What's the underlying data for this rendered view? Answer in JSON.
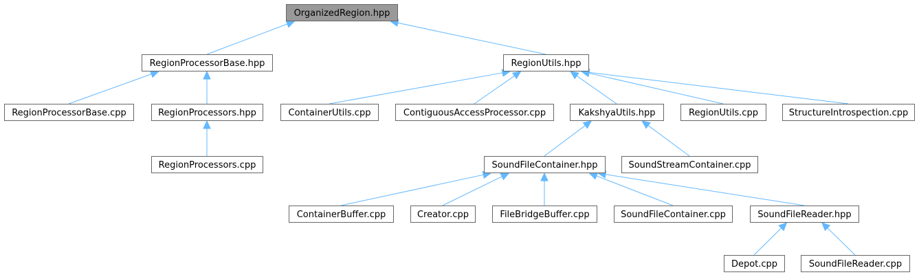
{
  "graph": {
    "nodes": [
      {
        "id": "n0",
        "label": "OrganizedRegion.hpp",
        "root": true
      },
      {
        "id": "n1",
        "label": "RegionProcessorBase.hpp"
      },
      {
        "id": "n2",
        "label": "RegionUtils.hpp"
      },
      {
        "id": "n3",
        "label": "RegionProcessorBase.cpp"
      },
      {
        "id": "n4",
        "label": "RegionProcessors.hpp"
      },
      {
        "id": "n5",
        "label": "RegionProcessors.cpp"
      },
      {
        "id": "n6",
        "label": "ContainerUtils.cpp"
      },
      {
        "id": "n7",
        "label": "ContiguousAccessProcessor.cpp"
      },
      {
        "id": "n8",
        "label": "KakshyaUtils.hpp"
      },
      {
        "id": "n9",
        "label": "RegionUtils.cpp"
      },
      {
        "id": "n10",
        "label": "StructureIntrospection.cpp"
      },
      {
        "id": "n11",
        "label": "SoundFileContainer.hpp"
      },
      {
        "id": "n12",
        "label": "SoundStreamContainer.cpp"
      },
      {
        "id": "n13",
        "label": "ContainerBuffer.cpp"
      },
      {
        "id": "n14",
        "label": "Creator.cpp"
      },
      {
        "id": "n15",
        "label": "FileBridgeBuffer.cpp"
      },
      {
        "id": "n16",
        "label": "SoundFileContainer.cpp"
      },
      {
        "id": "n17",
        "label": "SoundFileReader.hpp"
      },
      {
        "id": "n18",
        "label": "Depot.cpp"
      },
      {
        "id": "n19",
        "label": "SoundFileReader.cpp"
      }
    ],
    "edges": [
      {
        "from": "n1",
        "to": "n0"
      },
      {
        "from": "n2",
        "to": "n0"
      },
      {
        "from": "n3",
        "to": "n1"
      },
      {
        "from": "n4",
        "to": "n1"
      },
      {
        "from": "n5",
        "to": "n4"
      },
      {
        "from": "n6",
        "to": "n2"
      },
      {
        "from": "n7",
        "to": "n2"
      },
      {
        "from": "n8",
        "to": "n2"
      },
      {
        "from": "n9",
        "to": "n2"
      },
      {
        "from": "n10",
        "to": "n2"
      },
      {
        "from": "n11",
        "to": "n8"
      },
      {
        "from": "n12",
        "to": "n8"
      },
      {
        "from": "n13",
        "to": "n11"
      },
      {
        "from": "n14",
        "to": "n11"
      },
      {
        "from": "n15",
        "to": "n11"
      },
      {
        "from": "n16",
        "to": "n11"
      },
      {
        "from": "n17",
        "to": "n11"
      },
      {
        "from": "n18",
        "to": "n17"
      },
      {
        "from": "n19",
        "to": "n17"
      }
    ]
  }
}
